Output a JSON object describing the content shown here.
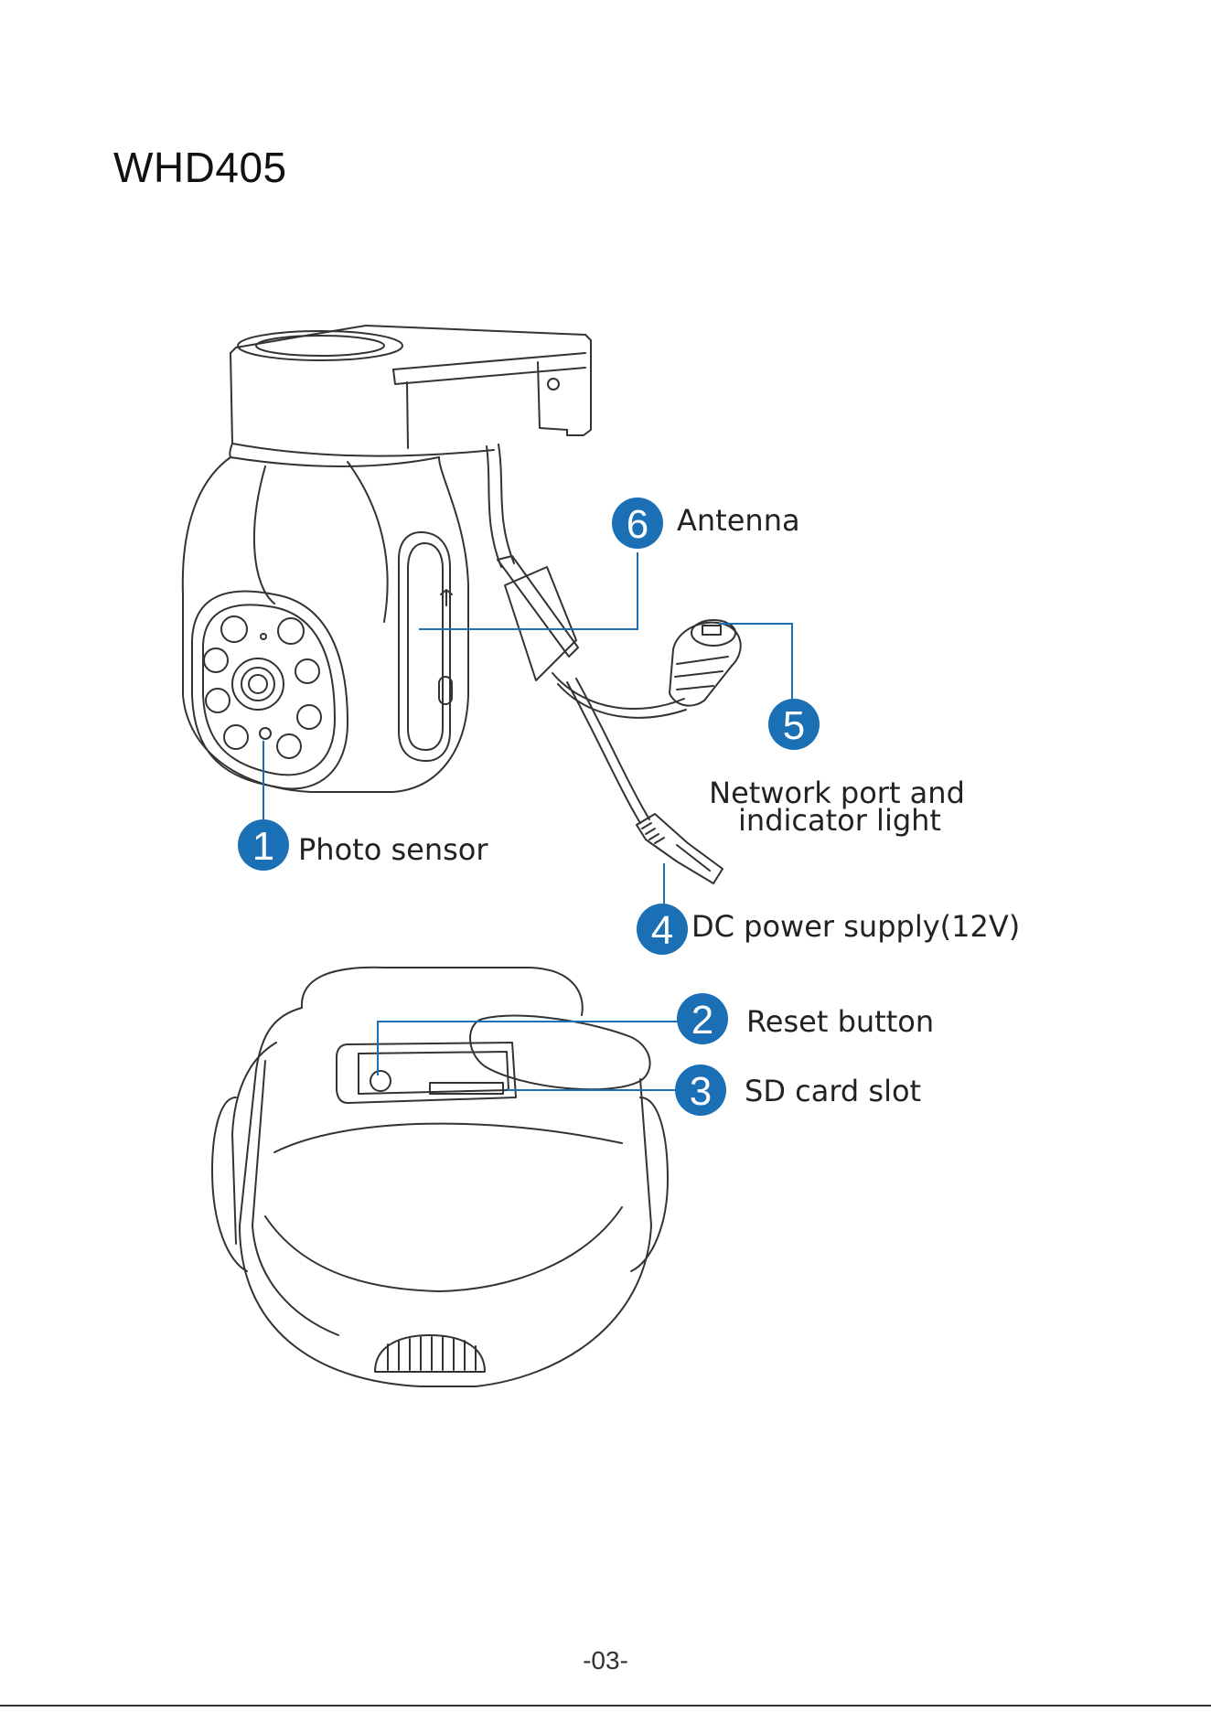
{
  "document": {
    "title": "WHD405",
    "page_number": "-03-"
  },
  "colors": {
    "callout": "#1b6fb5",
    "line_art": "#333333"
  },
  "callouts": [
    {
      "number": "1",
      "label": "Photo sensor"
    },
    {
      "number": "2",
      "label": "Reset button"
    },
    {
      "number": "3",
      "label": "SD card slot"
    },
    {
      "number": "4",
      "label": "DC power supply(12V)"
    },
    {
      "number": "5",
      "label_line1": "Network port and",
      "label_line2": "indicator light"
    },
    {
      "number": "6",
      "label": "Antenna"
    }
  ]
}
